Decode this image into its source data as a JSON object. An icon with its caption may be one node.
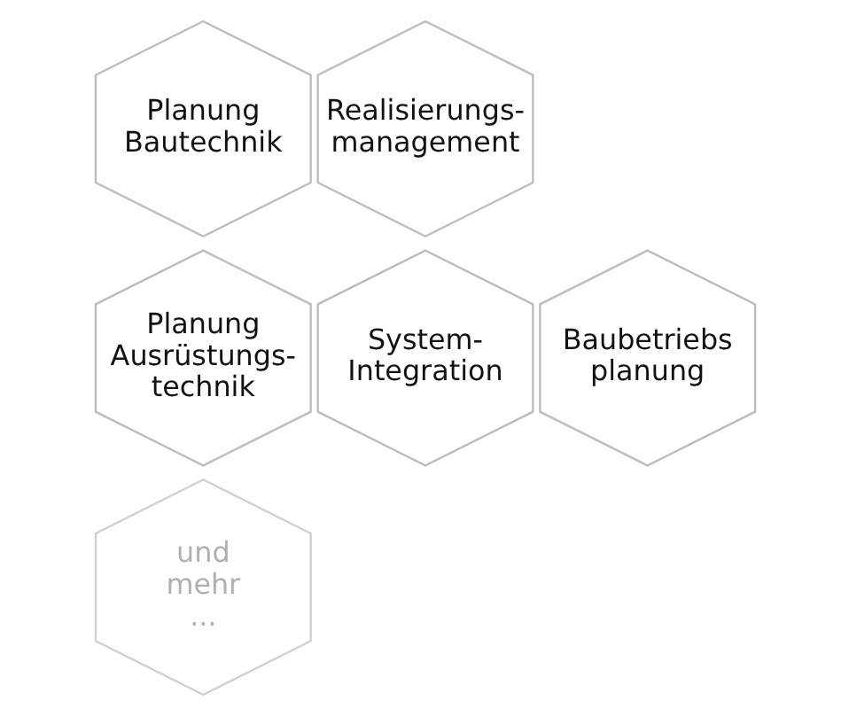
{
  "diagram": {
    "nodes": [
      {
        "text": [
          "Planung Bautechnik"
        ]
      },
      {
        "text": [
          "Realisierungs- management"
        ]
      },
      {
        "text": [
          "Planung Ausrüstungs- technik"
        ]
      },
      {
        "text": [
          "System- Integration"
        ]
      },
      {
        "text": [
          "Baubetriebs planung"
        ]
      },
      {
        "text": [
          "und mehr ..."
        ]
      }
    ],
    "edges": []
  }
}
